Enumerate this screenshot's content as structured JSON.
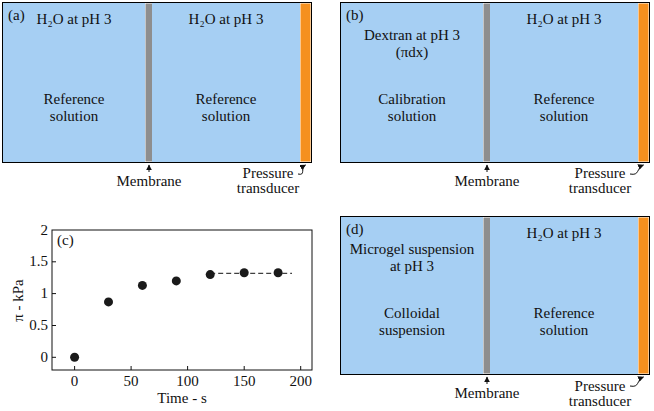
{
  "diagram": {
    "nodes": [
      {
        "text": [
          "(a)"
        ]
      },
      {
        "text": [
          "H₂O at pH 3",
          "Reference solution"
        ],
        "in": 0
      },
      {
        "text": [
          "H₂O at pH 3",
          "Reference solution"
        ],
        "in": 0
      },
      {
        "text": [
          "(b)"
        ]
      },
      {
        "text": [
          "Dextran at pH 3 (πdx)",
          "Calibration solution"
        ],
        "in": 3
      },
      {
        "text": [
          "H₂O at pH 3",
          "Reference solution"
        ],
        "in": 3
      },
      {
        "text": [
          "(d)"
        ]
      },
      {
        "text": [
          "Microgel suspension at pH 3",
          "Colloidal suspension"
        ],
        "in": 6
      },
      {
        "text": [
          "H₂O at pH 3",
          "Reference solution"
        ],
        "in": 6
      }
    ],
    "labels": [
      "Membrane",
      "Pressure transducer",
      "Membrane",
      "Pressure transducer",
      "(c)",
      "0",
      "0.5",
      "1",
      "1.5",
      "2",
      "0",
      "50",
      "100",
      "150",
      "200",
      "π - kPa",
      "Time - s",
      "Membrane",
      "Pressure transducer"
    ]
  }
}
